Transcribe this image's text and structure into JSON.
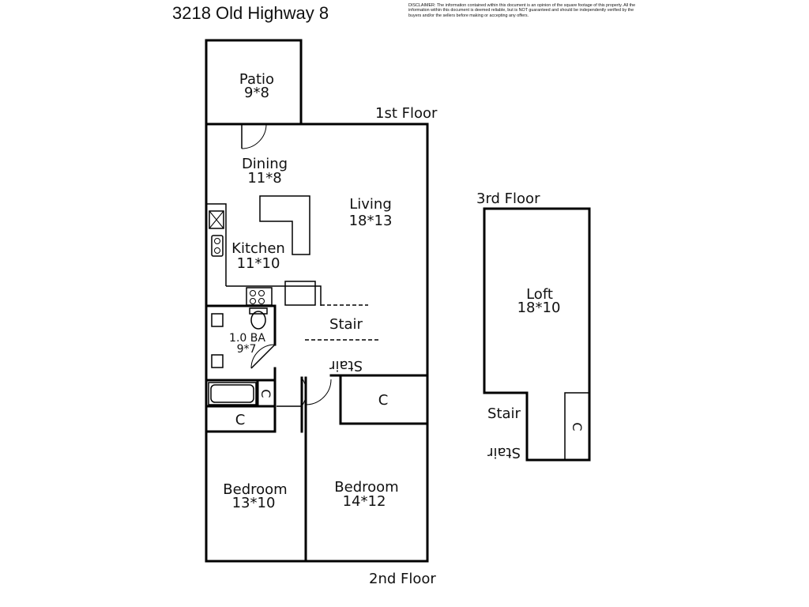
{
  "header": {
    "address": "3218 Old Highway 8",
    "disclaimer": "DISCLAIMER: The information contained within this document is an opinion of the square footage of this property. All the information within this document is deemed reliable, but is NOT guaranteed and should be independently verified by the buyers and/or the sellers before making or accepting any offers."
  },
  "floors": {
    "first": "1st Floor",
    "second": "2nd Floor",
    "third": "3rd Floor"
  },
  "rooms": {
    "patio": {
      "name": "Patio",
      "size": "9*8"
    },
    "dining": {
      "name": "Dining",
      "size": "11*8"
    },
    "living": {
      "name": "Living",
      "size": "18*13"
    },
    "kitchen": {
      "name": "Kitchen",
      "size": "11*10"
    },
    "bath": {
      "name": "1.0 BA",
      "size": "9*7"
    },
    "bedroom_left": {
      "name": "Bedroom",
      "size": "13*10"
    },
    "bedroom_right": {
      "name": "Bedroom",
      "size": "14*12"
    },
    "loft": {
      "name": "Loft",
      "size": "18*10"
    }
  },
  "labels": {
    "stair": "Stair",
    "closet": "C"
  }
}
